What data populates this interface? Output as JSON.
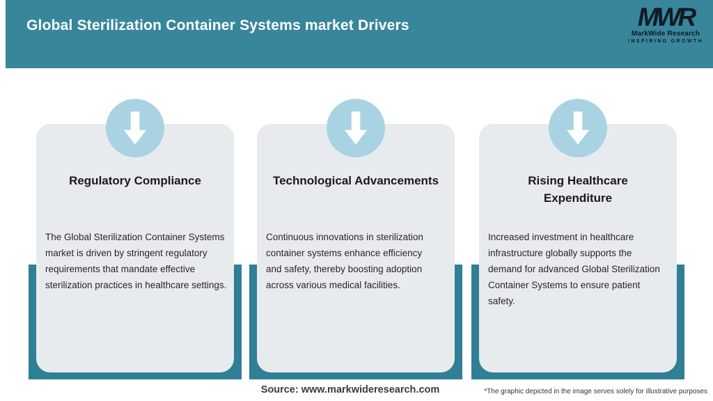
{
  "header": {
    "title": "Global Sterilization Container Systems market Drivers",
    "logo": {
      "acronym": "MWR",
      "name": "MarkWide Research",
      "tagline": "INSPIRING GROWTH"
    }
  },
  "cards": [
    {
      "icon": "down-arrow-icon",
      "title": "Regulatory Compliance",
      "body": "The Global Sterilization Container Systems\nmarket is driven by stringent regulatory\nrequirements that mandate effective\nsterilization practices in healthcare settings."
    },
    {
      "icon": "down-arrow-icon",
      "title": "Technological Advancements",
      "body": "Continuous innovations in sterilization\ncontainer systems enhance efficiency\nand safety, thereby boosting adoption\nacross various medical facilities."
    },
    {
      "icon": "down-arrow-icon",
      "title": "Rising Healthcare\nExpenditure",
      "body": "Increased investment in healthcare\ninfrastructure globally supports the\ndemand for advanced Global Sterilization\nContainer Systems to ensure patient\nsafety."
    }
  ],
  "footer": {
    "source": "Source: www.markwideresearch.com",
    "disclaimer": "*The graphic depicted in the image serves solely for illustrative purposes"
  },
  "colors": {
    "header_teal": "#38869B",
    "bar_teal": "#2F7F96",
    "circle_blue": "#A9D3E2",
    "card_gray": "#E8EBED"
  }
}
